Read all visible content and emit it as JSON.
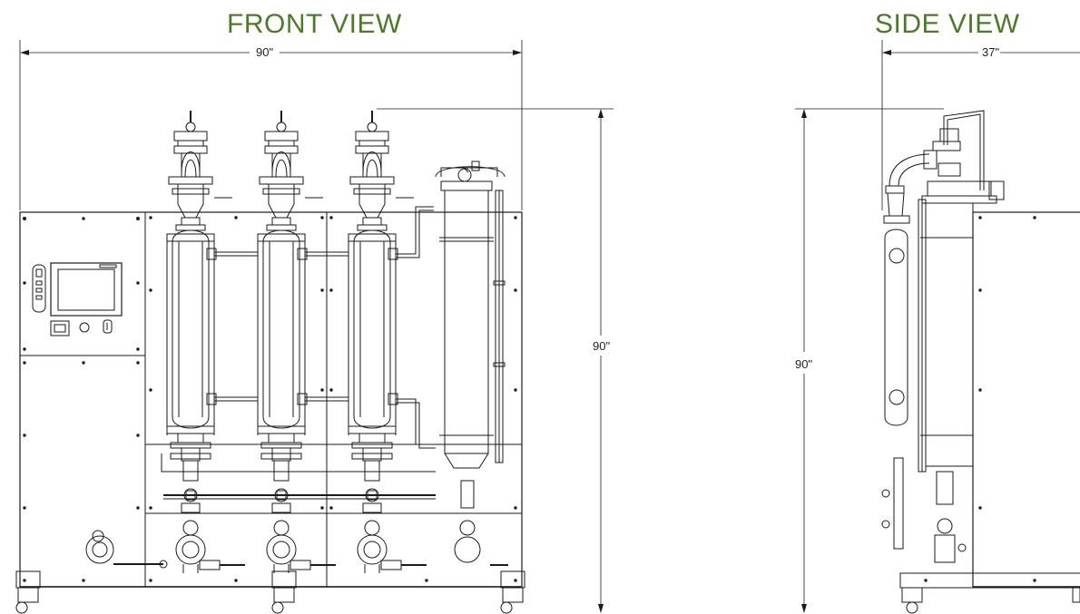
{
  "views": {
    "front": {
      "title": "FRONT VIEW",
      "width_label": "90\"",
      "height_label": "90\""
    },
    "side": {
      "title": "SIDE VIEW",
      "width_label": "37\"",
      "height_label": "90\""
    }
  },
  "colors": {
    "title": "#4d7a2a",
    "line": "#1a1a1a"
  },
  "icons": [
    "pressure-gauge-icon",
    "control-screen-icon",
    "power-switch-icon",
    "caster-wheel-icon",
    "valve-handwheel-icon"
  ]
}
